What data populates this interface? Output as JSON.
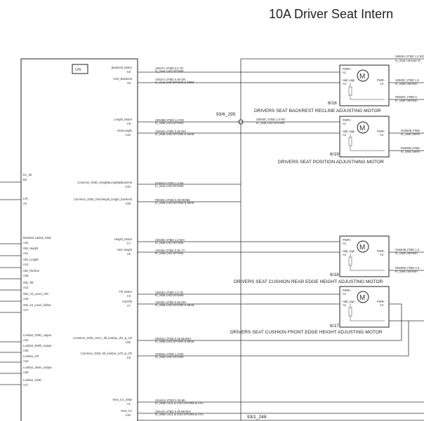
{
  "title": "10A Driver Seat Intern",
  "ecu_box_label": "LIN",
  "motors": [
    {
      "caption": "DRIVERS SEAT BACKREST RECLINE ADJUSTING MOTOR",
      "sheet": "6/16",
      "symbol": "M",
      "pins": {
        "pwr": "PWR+",
        "a1": "A1",
        "hall_sig": "Hall_sign",
        "a4": "A4",
        "pwr_minus": "PWR-",
        "a3": "A3"
      }
    },
    {
      "caption": "DRIVERS SEAT POSITION ADJUSTNING MOTOR",
      "sheet": "6/19",
      "symbol": "M",
      "pins": {
        "pwr": "PWR+",
        "a1": "A1",
        "hall_sig": "Hall_sign",
        "a4": "A4",
        "pwr_minus": "PWR-",
        "a3": "A3"
      }
    },
    {
      "caption": "DRIVERS SEAT CUSHION REAR EDGE HEIGHT ADJUSTING MOTOR",
      "sheet": "6/18",
      "symbol": "M",
      "pins": {
        "pwr": "PWR+",
        "a1": "A1",
        "hall_sig": "Hall_sign",
        "a4": "A4",
        "pwr_minus": "PWR-",
        "a3": "A3"
      }
    },
    {
      "caption": "DRIVERS SEAT CUSHION FRONT EDGE HEIGHT ADJUSTING MOTOR",
      "sheet": "6/17",
      "symbol": "M",
      "pins": {
        "pwr": "PWR+",
        "a1": "A1",
        "hall_sig": "Hall_sign",
        "a2": "A2",
        "pwr_minus": "PWR-",
        "a3": "A3"
      }
    }
  ],
  "cross_refs": [
    "93/6_295",
    "93/1_248"
  ],
  "right_pins": [
    {
      "name": "Backrest_Motor",
      "pin": "C6",
      "wire": "S0027A  2TBD  0.5 YE",
      "loc": "In_Seat  LHD  DPOW6"
    },
    {
      "name": "HS4_Backrest",
      "pin": "A5",
      "wire": "V0027A  2TBD  0.35 GN",
      "loc": "In_Seat  LHD  DPOW6 & MEM"
    },
    {
      "name": "Length_Motor",
      "pin": "C9",
      "wire": "S0029B  2TBD  1.0 RD",
      "loc": "In_Seat  LHD  DPOW6"
    },
    {
      "name": "HS2Length",
      "pin": "A10",
      "wire": "V0029A  2TBD  0.35 WH",
      "loc": "In_Seat  LHD  DPOW6 & MEM"
    },
    {
      "name": "Common_GND_Height&Length&Backrest",
      "pin": "C10",
      "wire": "G0030A  2TBD  1.0 BK",
      "loc": "In_Seat  LHD  DPOW6"
    },
    {
      "name": "Common_GND_HS1Height_length_backrest",
      "pin": "A26",
      "wire": "R0030A  2TBD  0.35 RD/BK",
      "loc": "In_Seat  LHD  DPOW6 & MEM"
    },
    {
      "name": "Height_Motor",
      "pin": "C7",
      "wire": "S0028A  2TBD  1.0 WH",
      "loc": "In_Seat  LHD  DPOW6"
    },
    {
      "name": "HS1 Height",
      "pin": "A6",
      "wire": "V0028A  2TBD  0.35 YT",
      "loc": "In_Seat  LHD  DPOW6"
    },
    {
      "name": "Tilt_Motor",
      "pin": "C3",
      "wire": "S0026A  2TBD  1.0 YE",
      "loc": "In_Seat  LHD  DPOW6"
    },
    {
      "name": "HS3Tilt",
      "pin": "A7",
      "wire": "V0026A  2TBD  0.35 WH",
      "loc": "In_Seat  LHD  DPOW6 & MEM"
    },
    {
      "name": "Common_GND_HS1+_tilt_lumbar_I/O_&_U/I",
      "pin": "A25",
      "wire": "R0026A  2TBD  0.35 BK/WH",
      "loc": "In_Seat  LHD  DPOW6 & MEM"
    },
    {
      "name": "Common_GND_tilt_lumbar_U/O_&_I/O",
      "pin": "C8",
      "wire": "G0026A  2TBD  1.0 BK",
      "loc": "In_Seat  LHD  DPOW6"
    },
    {
      "name": "Vent_Co_GND",
      "pin": "A1",
      "wire": "G0410A  2TBD  0.35 BK",
      "loc": "In_Seat  CX11 & LHD  DPOW6 & VF5"
    },
    {
      "name": "Vent_Co",
      "pin": "A32",
      "wire": "S0410A  2TBD  0.35 BK/WH",
      "loc": "In_Seat  CX11 & LHD  DPOW6 & VF5"
    }
  ],
  "left_pins": [
    {
      "name": "KL_30",
      "pin": "B3"
    },
    {
      "name": "LIN",
      "pin": "A2"
    },
    {
      "name": "Resistor-coded_GND",
      "pin": "A24"
    },
    {
      "name": "SW_Height",
      "pin": "A11"
    },
    {
      "name": "SW_Length",
      "pin": "A12"
    },
    {
      "name": "SW_Recline",
      "pin": "A28"
    },
    {
      "name": "SW_Tilt",
      "pin": "A14"
    },
    {
      "name": "SW_Air_Level_U/D",
      "pin": "A15"
    },
    {
      "name": "SW_Air_Level_fw/bw",
      "pin": "A27"
    },
    {
      "name": "Lumbar_FWD_output",
      "pin": "A31"
    },
    {
      "name": "Lumbar_RWD_output",
      "pin": "A30"
    },
    {
      "name": "Lumbar_UP",
      "pin": "A15"
    },
    {
      "name": "Lumbar_down_output",
      "pin": "A29"
    },
    {
      "name": "Lumbar_GND",
      "pin": "A17"
    }
  ],
  "far_right_wires": [
    {
      "wire": "S0600A  2TBD  1.0 RD",
      "loc": "In_Seat  common  D"
    },
    {
      "wire": "S0600C  2TBD  1.0",
      "loc": "In_Seat  common"
    },
    {
      "wire": "R0600C  2TBD  0.",
      "loc": "In_Seat  common"
    },
    {
      "wire": "G0600B  2TBD",
      "loc": "In_Seat  comm"
    },
    {
      "wire": "R0600B  2TBD",
      "loc": "In_Seat  comm"
    },
    {
      "wire": "G0603B  2TBD  1.0",
      "loc": "In_Seat  common"
    },
    {
      "wire": "R0600D  2TBD  0.3",
      "loc": "In_Seat  common"
    }
  ],
  "mid_wires": [
    {
      "wire": "S0600C  2TBD  1.0 RD",
      "loc": "In_Seat  LHD  DPOW6"
    }
  ]
}
